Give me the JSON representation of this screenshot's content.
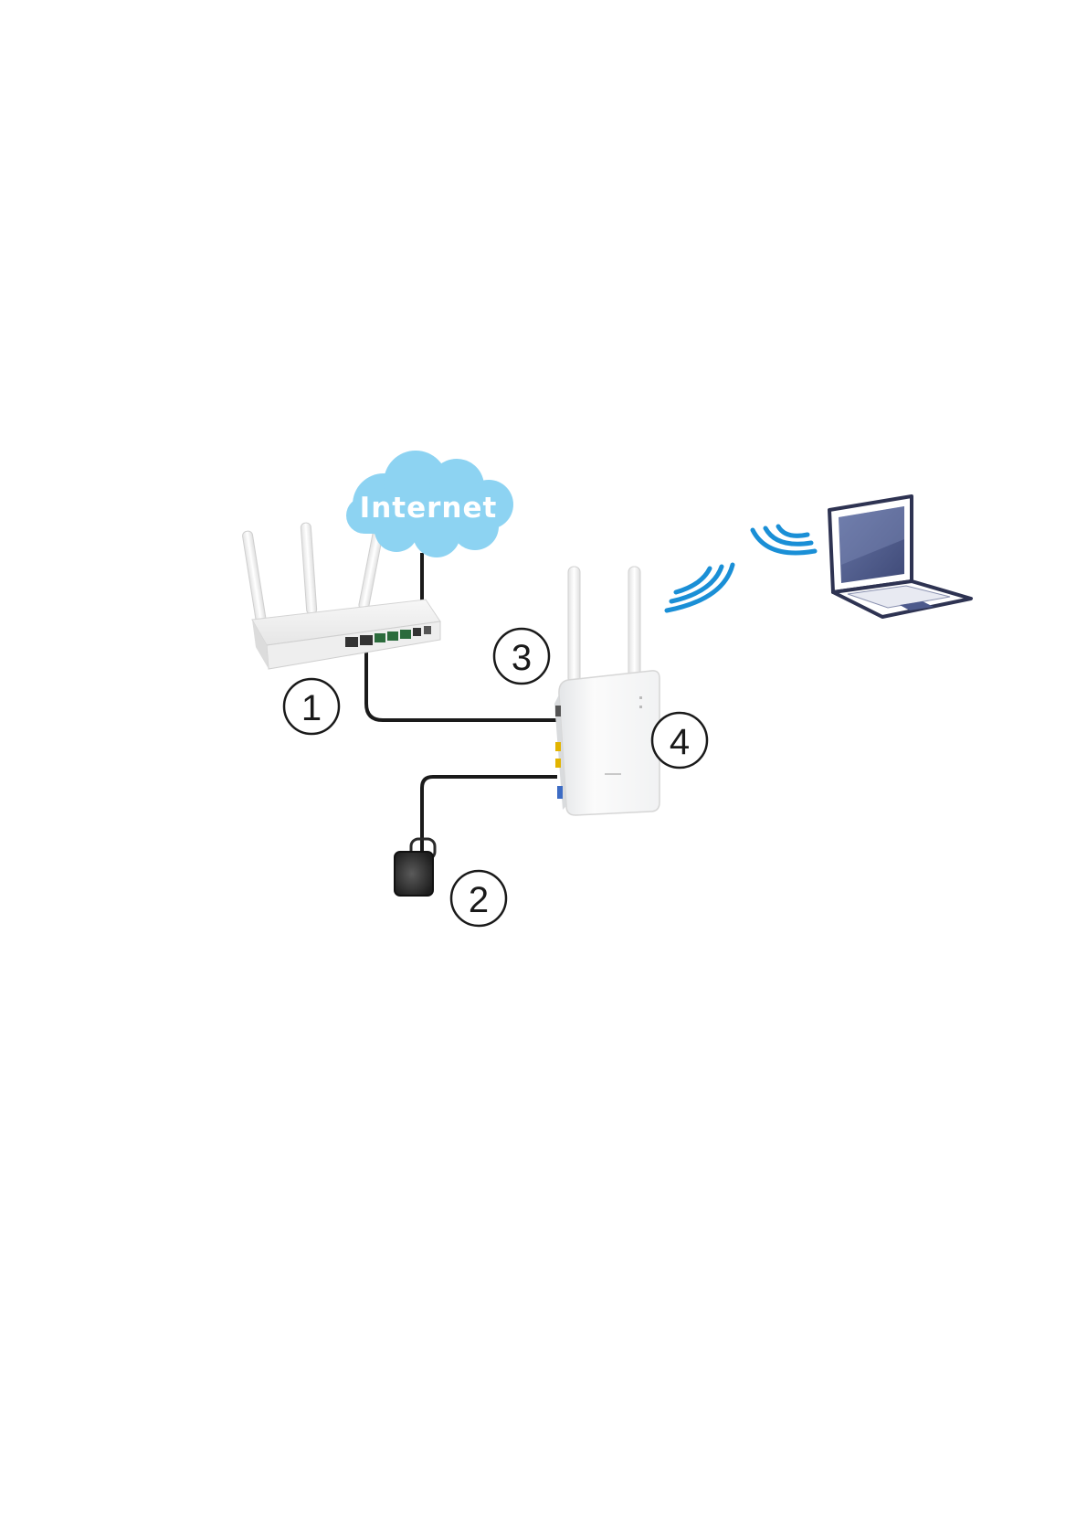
{
  "cloud": {
    "label": "Internet",
    "fill_color": "#8dd3f2",
    "icon": "cloud-icon"
  },
  "callouts": [
    "1",
    "2",
    "3",
    "4"
  ],
  "devices": {
    "router": {
      "icon": "router-icon",
      "antenna_count": 3
    },
    "access_point": {
      "icon": "access-point-icon",
      "antenna_count": 2
    },
    "power_adapter": {
      "icon": "power-adapter-icon"
    },
    "laptop": {
      "icon": "laptop-icon",
      "screen_color": "#4d5a8c"
    }
  },
  "wifi_signal_color": "#1a8fd6",
  "cable_color": "#1a1a1a"
}
